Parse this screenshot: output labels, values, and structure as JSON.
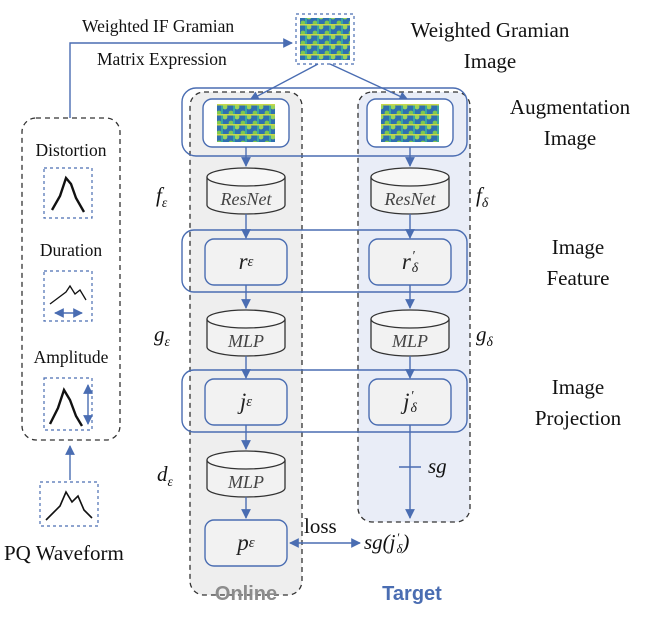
{
  "colors": {
    "online_fill": "#eeeeee",
    "target_fill": "#e9edf7",
    "blue": "#4a6db2",
    "cylinder_fill": "#f2f2f2",
    "target_title": "#4a6db2",
    "online_title": "#8c8c8c"
  },
  "top": {
    "expr_line1": "Weighted IF Gramian",
    "expr_line2": "Matrix Expression",
    "gramian_line1": "Weighted Gramian",
    "gramian_line2": "Image"
  },
  "left_panel": {
    "distortion": "Distortion",
    "duration": "Duration",
    "amplitude": "Amplitude",
    "waveform": "PQ Waveform"
  },
  "right_labels": {
    "augmentation_1": "Augmentation",
    "augmentation_2": "Image",
    "feature_1": "Image",
    "feature_2": "Feature",
    "projection_1": "Image",
    "projection_2": "Projection"
  },
  "online": {
    "title": "Online",
    "resnet": "ResNet",
    "mlp1": "MLP",
    "mlp2": "MLP",
    "r": "r",
    "j": "j",
    "p": "p",
    "eps": "ε",
    "f": "f",
    "g": "g",
    "d": "d"
  },
  "target": {
    "title": "Target",
    "resnet": "ResNet",
    "mlp": "MLP",
    "r": "r",
    "j": "j",
    "delta": "δ",
    "prime": "′",
    "f": "f",
    "g": "g",
    "sg": "sg",
    "sg_expr": "sg(j",
    "sg_close": ")"
  },
  "loss": "loss"
}
